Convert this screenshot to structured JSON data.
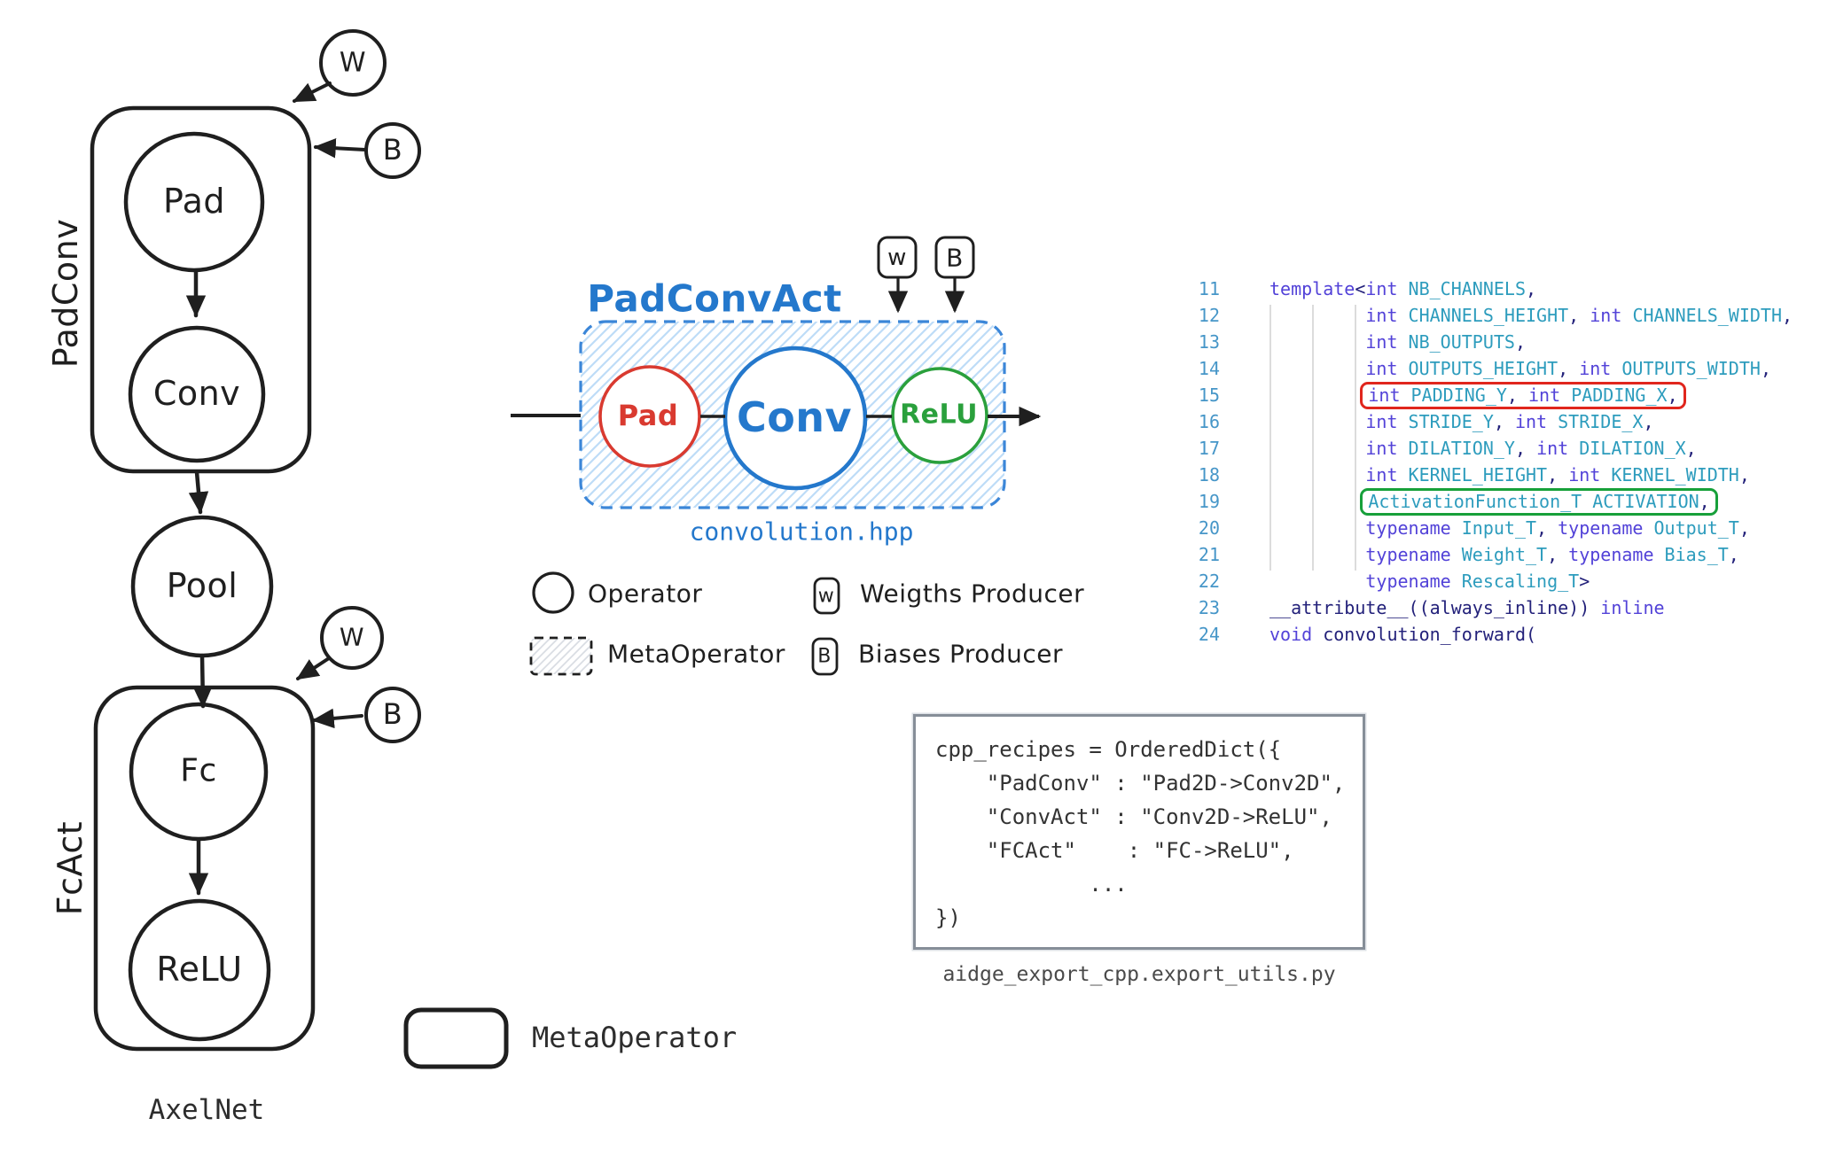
{
  "axelnet": {
    "caption": "AxelNet",
    "group1_label": "PadConv",
    "group2_label": "FcAct",
    "node_pad": "Pad",
    "node_conv": "Conv",
    "node_pool": "Pool",
    "node_fc": "Fc",
    "node_relu": "ReLU",
    "producer_w": "W",
    "producer_b": "B",
    "legend_metaoperator": "MetaOperator"
  },
  "padconvact": {
    "title": "PadConvAct",
    "caption": "convolution.hpp",
    "node_pad": "Pad",
    "node_conv": "Conv",
    "node_relu": "ReLU",
    "producer_w": "w",
    "producer_b": "B",
    "colors": {
      "pad": "#d93a30",
      "conv": "#2478cc",
      "relu": "#2aa03c",
      "outline": "#3b86d8",
      "hatch": "#bedcf7"
    }
  },
  "legend": {
    "operator": "Operator",
    "metaoperator": "MetaOperator",
    "weights_symbol": "w",
    "weights": "Weigths Producer",
    "biases_symbol": "B",
    "biases": "Biases Producer"
  },
  "code_panel": {
    "highlight_red": "#e0261d",
    "highlight_green": "#17a03a",
    "lines": [
      {
        "no": "11",
        "tokens": [
          [
            "k",
            "template"
          ],
          [
            "p",
            "<"
          ],
          [
            "k",
            "int"
          ],
          [
            "p",
            " "
          ],
          [
            "t",
            "NB_CHANNELS"
          ],
          [
            "p",
            ","
          ]
        ]
      },
      {
        "no": "12",
        "indent": "         ",
        "tokens": [
          [
            "k",
            "int"
          ],
          [
            "p",
            " "
          ],
          [
            "t",
            "CHANNELS_HEIGHT"
          ],
          [
            "p",
            ", "
          ],
          [
            "k",
            "int"
          ],
          [
            "p",
            " "
          ],
          [
            "t",
            "CHANNELS_WIDTH"
          ],
          [
            "p",
            ","
          ]
        ]
      },
      {
        "no": "13",
        "indent": "         ",
        "tokens": [
          [
            "k",
            "int"
          ],
          [
            "p",
            " "
          ],
          [
            "t",
            "NB_OUTPUTS"
          ],
          [
            "p",
            ","
          ]
        ]
      },
      {
        "no": "14",
        "indent": "         ",
        "tokens": [
          [
            "k",
            "int"
          ],
          [
            "p",
            " "
          ],
          [
            "t",
            "OUTPUTS_HEIGHT"
          ],
          [
            "p",
            ", "
          ],
          [
            "k",
            "int"
          ],
          [
            "p",
            " "
          ],
          [
            "t",
            "OUTPUTS_WIDTH"
          ],
          [
            "p",
            ","
          ]
        ]
      },
      {
        "no": "15",
        "indent": "         ",
        "box": "red-box",
        "tokens": [
          [
            "k",
            "int"
          ],
          [
            "p",
            " "
          ],
          [
            "t",
            "PADDING_Y"
          ],
          [
            "p",
            ", "
          ],
          [
            "k",
            "int"
          ],
          [
            "p",
            " "
          ],
          [
            "t",
            "PADDING_X"
          ],
          [
            "p",
            ","
          ]
        ]
      },
      {
        "no": "16",
        "indent": "         ",
        "tokens": [
          [
            "k",
            "int"
          ],
          [
            "p",
            " "
          ],
          [
            "t",
            "STRIDE_Y"
          ],
          [
            "p",
            ", "
          ],
          [
            "k",
            "int"
          ],
          [
            "p",
            " "
          ],
          [
            "t",
            "STRIDE_X"
          ],
          [
            "p",
            ","
          ]
        ]
      },
      {
        "no": "17",
        "indent": "         ",
        "tokens": [
          [
            "k",
            "int"
          ],
          [
            "p",
            " "
          ],
          [
            "t",
            "DILATION_Y"
          ],
          [
            "p",
            ", "
          ],
          [
            "k",
            "int"
          ],
          [
            "p",
            " "
          ],
          [
            "t",
            "DILATION_X"
          ],
          [
            "p",
            ","
          ]
        ]
      },
      {
        "no": "18",
        "indent": "         ",
        "tokens": [
          [
            "k",
            "int"
          ],
          [
            "p",
            " "
          ],
          [
            "t",
            "KERNEL_HEIGHT"
          ],
          [
            "p",
            ", "
          ],
          [
            "k",
            "int"
          ],
          [
            "p",
            " "
          ],
          [
            "t",
            "KERNEL_WIDTH"
          ],
          [
            "p",
            ","
          ]
        ]
      },
      {
        "no": "19",
        "indent": "         ",
        "box": "green-box",
        "tokens": [
          [
            "t",
            "ActivationFunction_T"
          ],
          [
            "p",
            " "
          ],
          [
            "t",
            "ACTIVATION"
          ],
          [
            "p",
            ","
          ]
        ]
      },
      {
        "no": "20",
        "indent": "         ",
        "tokens": [
          [
            "k",
            "typename"
          ],
          [
            "p",
            " "
          ],
          [
            "t",
            "Input_T"
          ],
          [
            "p",
            ", "
          ],
          [
            "k",
            "typename"
          ],
          [
            "p",
            " "
          ],
          [
            "t",
            "Output_T"
          ],
          [
            "p",
            ","
          ]
        ]
      },
      {
        "no": "21",
        "indent": "         ",
        "tokens": [
          [
            "k",
            "typename"
          ],
          [
            "p",
            " "
          ],
          [
            "t",
            "Weight_T"
          ],
          [
            "p",
            ", "
          ],
          [
            "k",
            "typename"
          ],
          [
            "p",
            " "
          ],
          [
            "t",
            "Bias_T"
          ],
          [
            "p",
            ","
          ]
        ]
      },
      {
        "no": "22",
        "indent": "         ",
        "tokens": [
          [
            "k",
            "typename"
          ],
          [
            "p",
            " "
          ],
          [
            "t",
            "Rescaling_T"
          ],
          [
            "p",
            ">"
          ]
        ]
      },
      {
        "no": "23",
        "tokens": [
          [
            "p",
            "__attribute__((always_inline)) "
          ],
          [
            "k",
            "inline"
          ]
        ]
      },
      {
        "no": "24",
        "tokens": [
          [
            "k",
            "void"
          ],
          [
            "p",
            " convolution_forward("
          ]
        ]
      }
    ]
  },
  "recipes": {
    "lines": [
      "cpp_recipes = OrderedDict({",
      "    \"PadConv\" : \"Pad2D->Conv2D\",",
      "    \"ConvAct\" : \"Conv2D->ReLU\",",
      "    \"FCAct\"    : \"FC->ReLU\",",
      "            ...",
      "})"
    ],
    "caption": "aidge_export_cpp.export_utils.py"
  }
}
